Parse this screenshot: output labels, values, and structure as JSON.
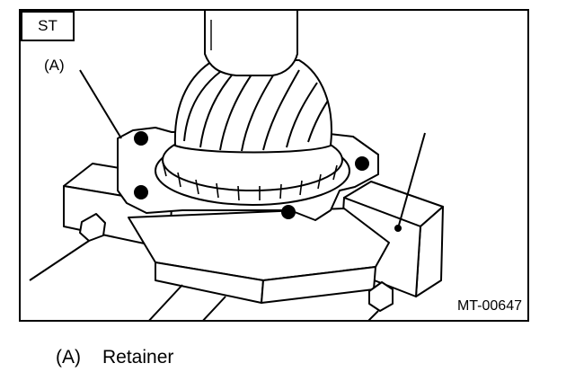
{
  "figure": {
    "callout_a": "(A)",
    "callout_st": "ST",
    "figure_code": "MT-00647"
  },
  "legend": {
    "items": [
      {
        "key": "(A)",
        "label": "Retainer"
      }
    ]
  },
  "colors": {
    "line": "#000000",
    "background": "#ffffff"
  }
}
